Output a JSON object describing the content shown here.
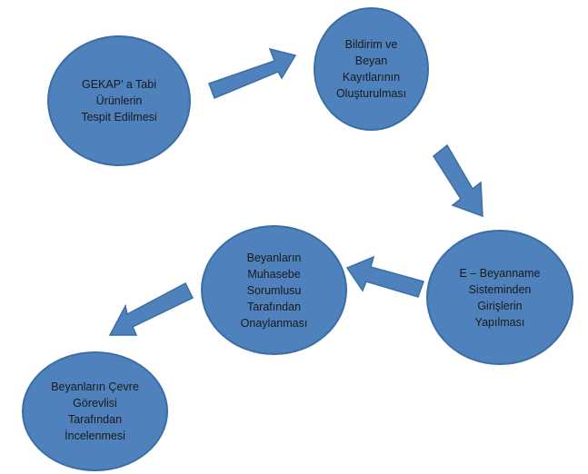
{
  "diagram": {
    "colors": {
      "node_fill": "#4f81bd",
      "node_border": "#3a6ea5",
      "arrow_fill": "#4f81bd",
      "text": "#1a1a1a"
    },
    "nodes": [
      {
        "id": "gekap-products",
        "lines": [
          "GEKAP’ a Tabi",
          "Ürünlerin",
          "Tespit Edilmesi"
        ]
      },
      {
        "id": "notification-records",
        "lines": [
          "Bildirim ve",
          "Beyan",
          "Kayıtlarının",
          "Oluşturulması"
        ]
      },
      {
        "id": "e-declaration-entry",
        "lines": [
          "E – Beyanname",
          "Sisteminden",
          "Girişlerin",
          "Yapılması"
        ]
      },
      {
        "id": "accounting-approval",
        "lines": [
          "Beyanların",
          "Muhasebe",
          "Sorumlusu",
          "Tarafından",
          "Onaylanması"
        ]
      },
      {
        "id": "environment-review",
        "lines": [
          "Beyanların Çevre",
          "Görevlisi",
          "Tarafından",
          "İncelenmesi"
        ]
      }
    ],
    "edges": [
      {
        "from": "gekap-products",
        "to": "notification-records"
      },
      {
        "from": "notification-records",
        "to": "e-declaration-entry"
      },
      {
        "from": "e-declaration-entry",
        "to": "accounting-approval"
      },
      {
        "from": "accounting-approval",
        "to": "environment-review"
      }
    ]
  }
}
